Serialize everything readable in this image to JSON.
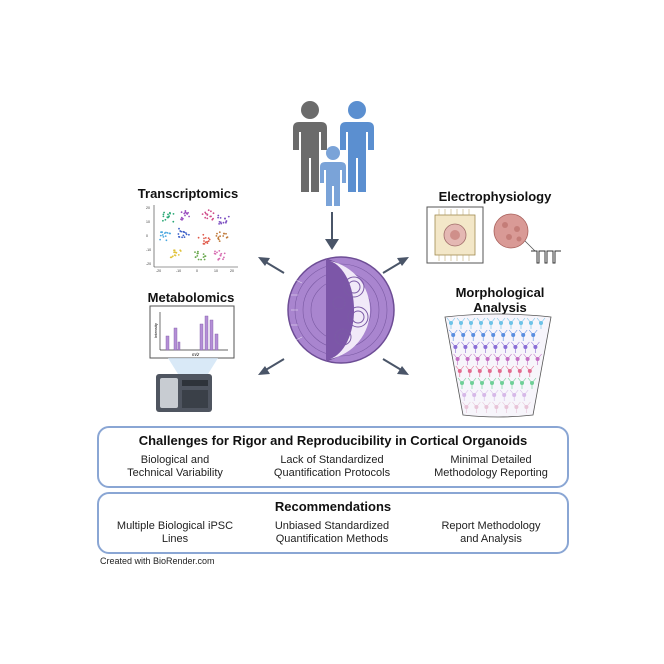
{
  "labels": {
    "transcriptomics": "Transcriptomics",
    "metabolomics": "Metabolomics",
    "electrophysiology": "Electrophysiology",
    "morphological_line1": "Morphological",
    "morphological_line2": "Analysis",
    "metab_ylabel": "Intensity",
    "metab_xlabel": "m/z"
  },
  "challenges": {
    "title": "Challenges for Rigor and Reproducibility in Cortical Organoids",
    "items": [
      {
        "line1": "Biological and",
        "line2": "Technical Variability"
      },
      {
        "line1": "Lack of Standardized",
        "line2": "Quantification Protocols"
      },
      {
        "line1": "Minimal Detailed",
        "line2": "Methodology Reporting"
      }
    ]
  },
  "recommendations": {
    "title": "Recommendations",
    "items": [
      {
        "line1": "Multiple Biological iPSC",
        "line2": "Lines"
      },
      {
        "line1": "Unbiased Standardized",
        "line2": "Quantification Methods"
      },
      {
        "line1": "Report Methodology",
        "line2": "and Analysis"
      }
    ]
  },
  "credit": "Created with BioRender.com",
  "colors": {
    "box_border": "#8aa6d4",
    "organoid_purple": "#9b6fc0",
    "person_gray": "#6b6b6b",
    "person_blue": "#5b8fd0",
    "arrow": "#4a5568"
  }
}
